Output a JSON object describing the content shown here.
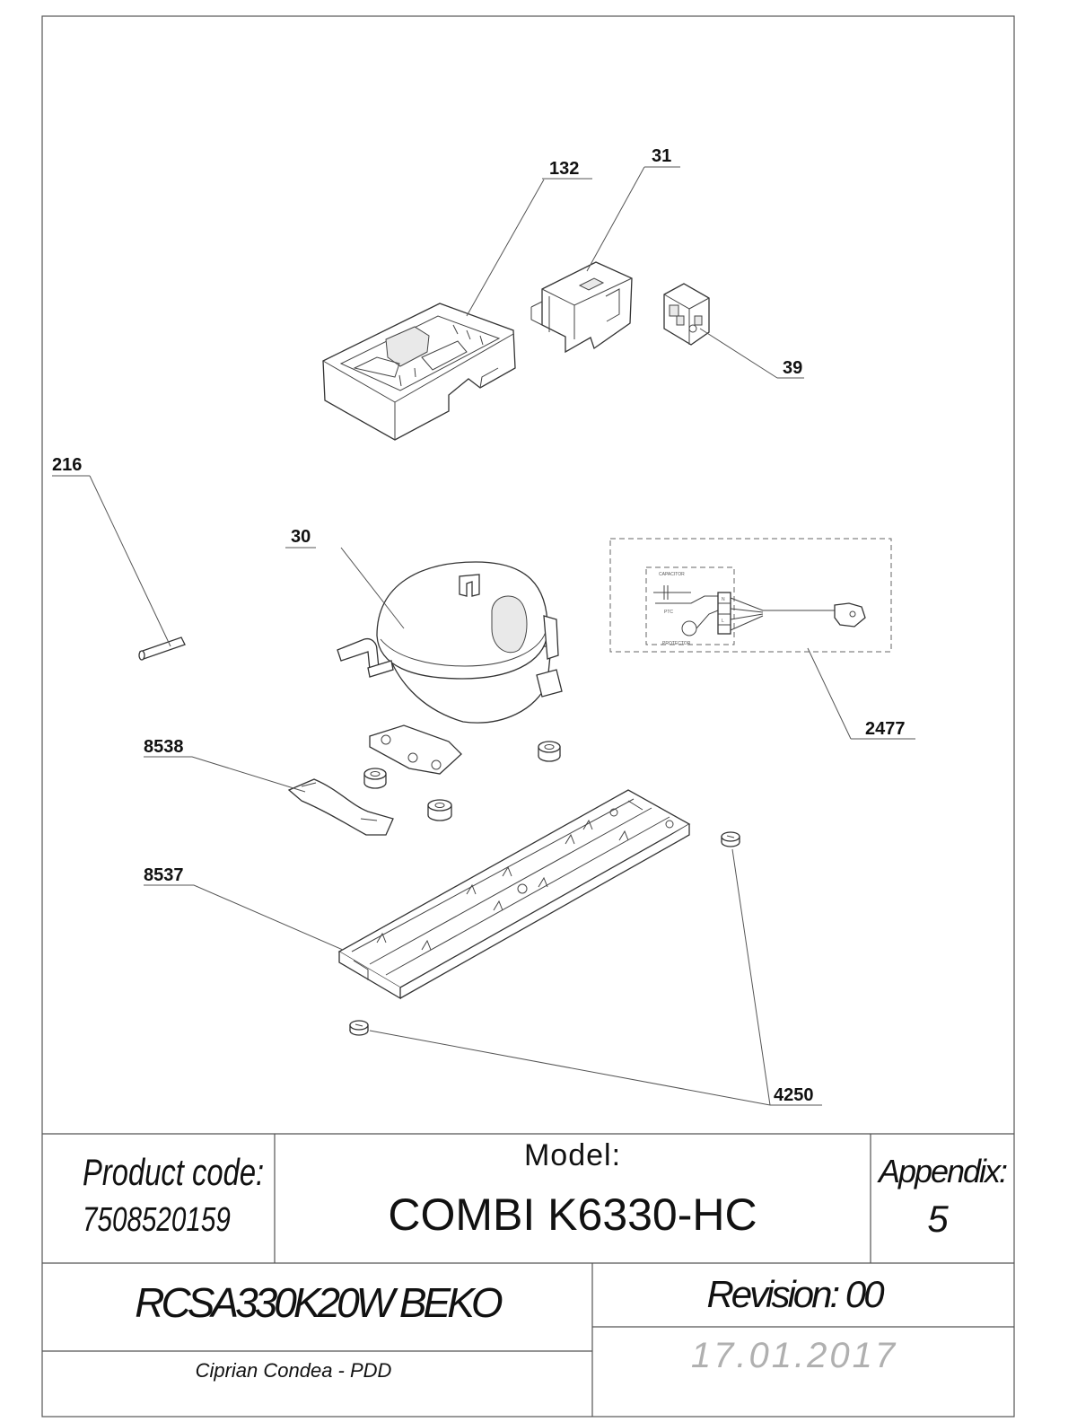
{
  "callouts": {
    "p132": "132",
    "p31": "31",
    "p39": "39",
    "p216": "216",
    "p30": "30",
    "p2477": "2477",
    "p8538": "8538",
    "p8537": "8537",
    "p4250": "4250"
  },
  "wiring": {
    "capacitor": "CAPACITOR",
    "ptc": "PTC",
    "protector": "PROTECTOR",
    "n": "N",
    "l": "L"
  },
  "title_block": {
    "product_code_label": "Product code:",
    "product_code": "7508520159",
    "model_label": "Model:",
    "model": "COMBI K6330-HC",
    "appendix_label": "Appendix:",
    "appendix": "5",
    "product_name": "RCSA330K20W BEKO",
    "revision": "Revision: 00",
    "author": "Ciprian Condea - PDD",
    "date": "17.01.2017"
  }
}
